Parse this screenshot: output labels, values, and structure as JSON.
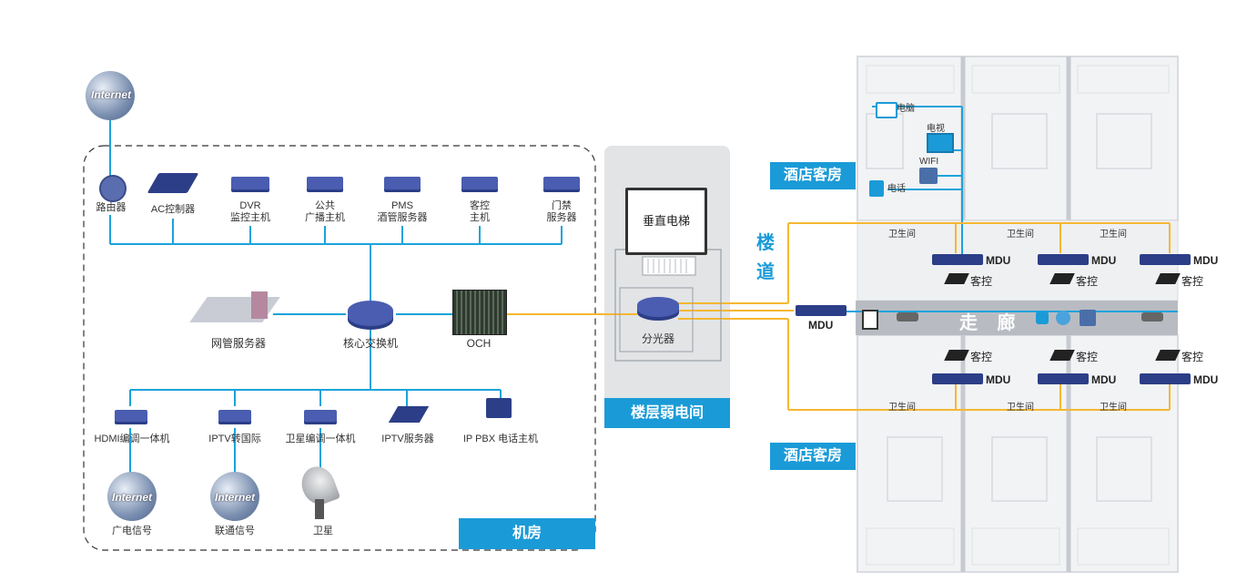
{
  "machine_room": {
    "title": "机房",
    "internet_top": "Internet",
    "top_devices": [
      {
        "label": "路由器"
      },
      {
        "label": "AC控制器"
      },
      {
        "label": "DVR\n监控主机"
      },
      {
        "label": "公共\n广播主机"
      },
      {
        "label": "PMS\n酒管服务器"
      },
      {
        "label": "客控\n主机"
      },
      {
        "label": "门禁\n服务器"
      }
    ],
    "mid_devices": [
      {
        "label": "网管服务器"
      },
      {
        "label": "核心交换机"
      },
      {
        "label": "OCH"
      }
    ],
    "bottom_devices": [
      {
        "label": "HDMI编调一体机"
      },
      {
        "label": "IPTV转国际"
      },
      {
        "label": "卫星编调一体机"
      },
      {
        "label": "IPTV服务器"
      },
      {
        "label": "IP PBX 电话主机"
      }
    ],
    "sources": [
      {
        "label": "广电信号",
        "globe": "Internet"
      },
      {
        "label": "联通信号",
        "globe": "Internet"
      },
      {
        "label": "卫星"
      }
    ]
  },
  "floor_room": {
    "title": "楼层弱电间",
    "elevator": "垂直电梯",
    "splitter": "分光器"
  },
  "hotel": {
    "guest_room_top": "酒店客房",
    "guest_room_bottom": "酒店客房",
    "corridor_vertical": [
      "楼",
      "道"
    ],
    "corridor": "走 廊",
    "devices": {
      "pc": "电脑",
      "tv": "电视",
      "wifi": "WIFI",
      "phone": "电话"
    },
    "bathroom": "卫生间",
    "mdu": "MDU",
    "room_control": "客控"
  },
  "colors": {
    "blue_line": "#1aa3dc",
    "yellow_line": "#f5b731",
    "tag_blue": "#1a9bd7",
    "device_navy": "#2c3e87"
  }
}
